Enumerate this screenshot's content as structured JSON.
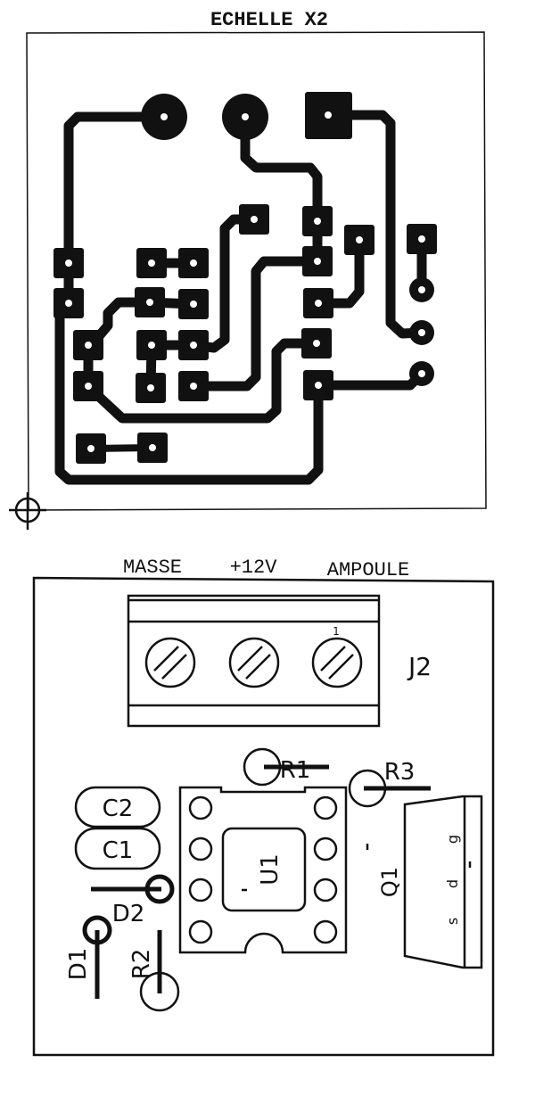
{
  "copper_view": {
    "title": "ECHELLE X2"
  },
  "component_view": {
    "terminal_labels": [
      "MASSE",
      "+12V",
      "AMPOULE"
    ],
    "connector": {
      "ref": "J2",
      "pin1_marker": "1"
    },
    "components": {
      "r1": "R1",
      "r2": "R2",
      "r3": "R3",
      "c1": "C1",
      "c2": "C2",
      "d1": "D1",
      "d2": "D2",
      "u1": "U1",
      "q1": "Q1"
    },
    "q1_pins": [
      "g",
      "d",
      "s"
    ]
  },
  "colors": {
    "ink": "#111111",
    "paper": "#ffffff"
  }
}
